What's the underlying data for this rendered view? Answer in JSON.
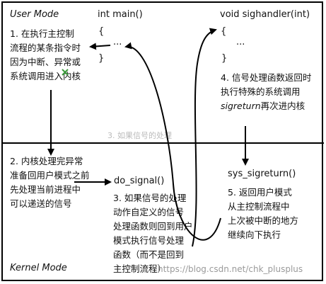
{
  "modes": {
    "user": "User Mode",
    "kernel": "Kernel Mode"
  },
  "main_fn": {
    "sig": "int main()",
    "open": "{",
    "dots": "···",
    "close": "}"
  },
  "handler_fn": {
    "sig": "void sighandler(int)",
    "open": "{",
    "dots": "···",
    "close": "}"
  },
  "do_signal": "do_signal()",
  "sys_sigreturn": "sys_sigreturn()",
  "steps": {
    "s1": [
      "1. 在执行主控制",
      "流程的某条指令时",
      "因为中断、异常或",
      "系统调用进入内核"
    ],
    "s2": [
      "2. 内核处理完异常",
      "准备回用户模式之前",
      "先处理当前进程中",
      "可以递送的信号"
    ],
    "s3": [
      "3. 如果信号的处理",
      "动作自定义的信号",
      "处理函数则回到用户",
      "模式执行信号处理",
      "函数（而不是回到",
      "主控制流程）"
    ],
    "s4_line1": "4. 信号处理函数返回时",
    "s4_line2": "执行特殊的系统调用",
    "s4_sigreturn": "sigreturn",
    "s4_line3_rest": "再次进内核",
    "s5": [
      "5. 返回用户模式",
      "从主控制流程中",
      "上次被中断的地方",
      "继续向下执行"
    ]
  },
  "watermark": "https://blog.csdn.net/chk_plusplus",
  "faded_text": "3. 如果信号的处理"
}
